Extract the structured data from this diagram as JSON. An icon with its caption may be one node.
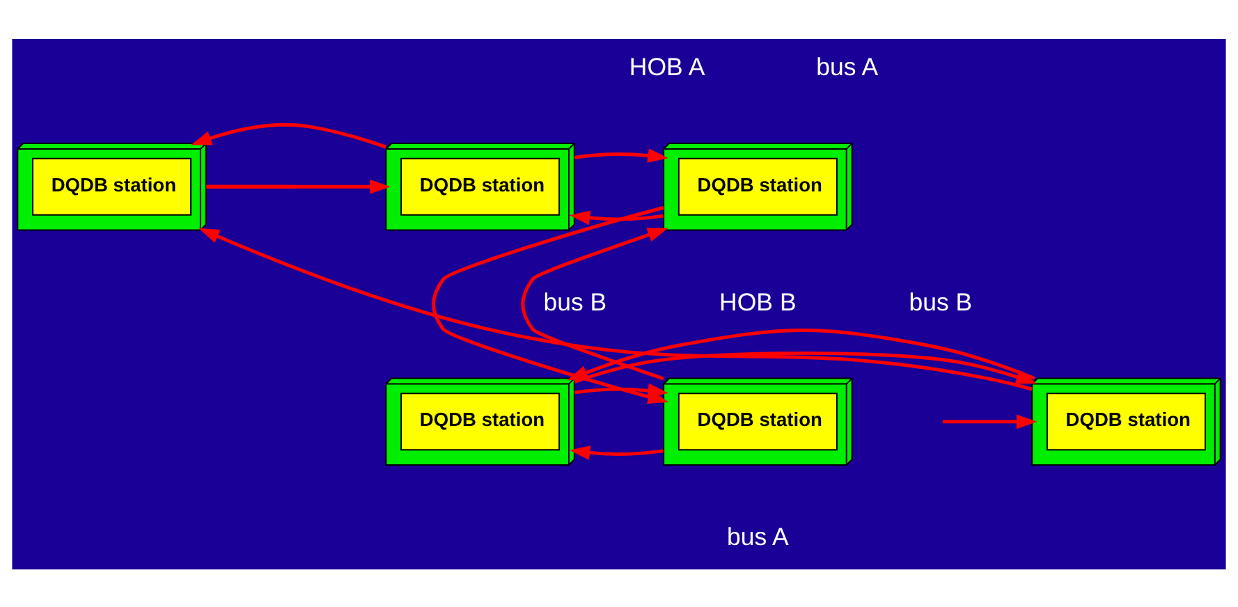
{
  "diagram": {
    "nodes": [
      {
        "text": [
          "DQDB station"
        ]
      },
      {
        "text": [
          "DQDB station"
        ]
      },
      {
        "text": [
          "DQDB station"
        ]
      },
      {
        "text": [
          "DQDB station"
        ]
      },
      {
        "text": [
          "DQDB station"
        ]
      },
      {
        "text": [
          "DQDB station"
        ]
      }
    ],
    "edges": [
      {
        "from": 0,
        "to": 1,
        "arrow": "to"
      },
      {
        "from": 1,
        "to": 2,
        "arrow": "to"
      },
      {
        "from": 2,
        "to": null,
        "arrow": "none"
      },
      {
        "from": 2,
        "to": 1,
        "arrow": "to"
      },
      {
        "from": 1,
        "to": 0,
        "arrow": "to"
      },
      {
        "from": 0,
        "to": 3,
        "arrow": "to"
      },
      {
        "from": 3,
        "to": 4,
        "arrow": "to"
      },
      {
        "from": 4,
        "to": 5,
        "arrow": "to"
      },
      {
        "from": 5,
        "to": 2,
        "arrow": "to"
      },
      {
        "from": null,
        "to": 5,
        "arrow": "to"
      },
      {
        "from": 5,
        "to": 4,
        "arrow": "to"
      },
      {
        "from": 4,
        "to": 3,
        "arrow": "to"
      },
      {
        "from": 3,
        "to": 0,
        "arrow": "to"
      }
    ],
    "labels": [
      "HOB A",
      "bus A",
      "bus B",
      "HOB B",
      "bus B",
      "bus A"
    ]
  }
}
